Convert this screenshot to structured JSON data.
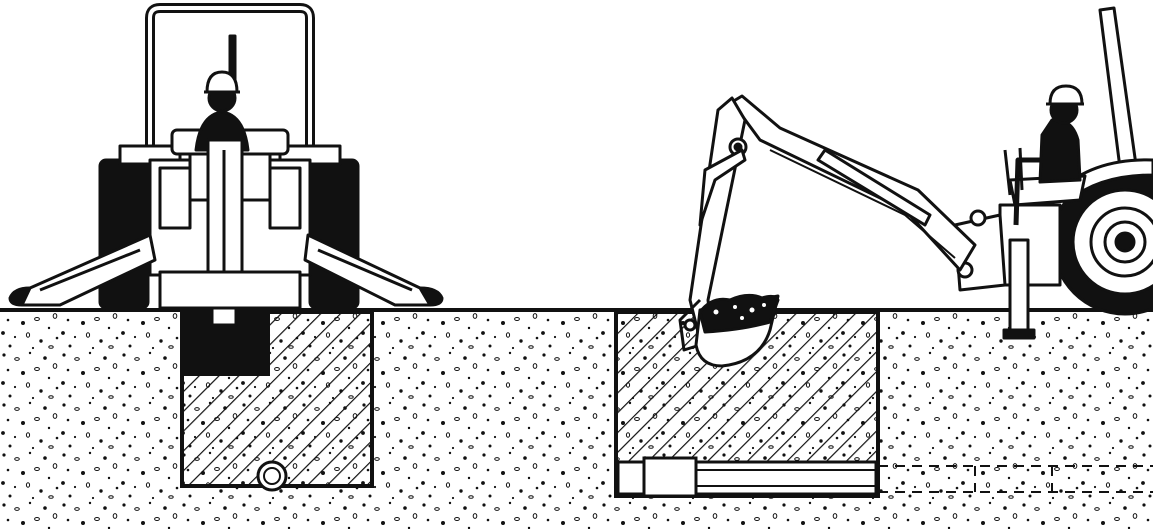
{
  "illustration": {
    "style": "black-and-white line drawing",
    "colors": {
      "ink": "#111111",
      "paper": "#ffffff"
    },
    "panels": [
      {
        "name": "front-view",
        "subjects": [
          "backhoe-tractor",
          "operator-hardhat",
          "stabilizer-legs",
          "trench",
          "pipe"
        ]
      },
      {
        "name": "side-view",
        "subjects": [
          "backhoe-arm",
          "bucket-with-soil",
          "operator-hardhat",
          "rear-wheel",
          "trench",
          "pipe"
        ]
      }
    ]
  }
}
